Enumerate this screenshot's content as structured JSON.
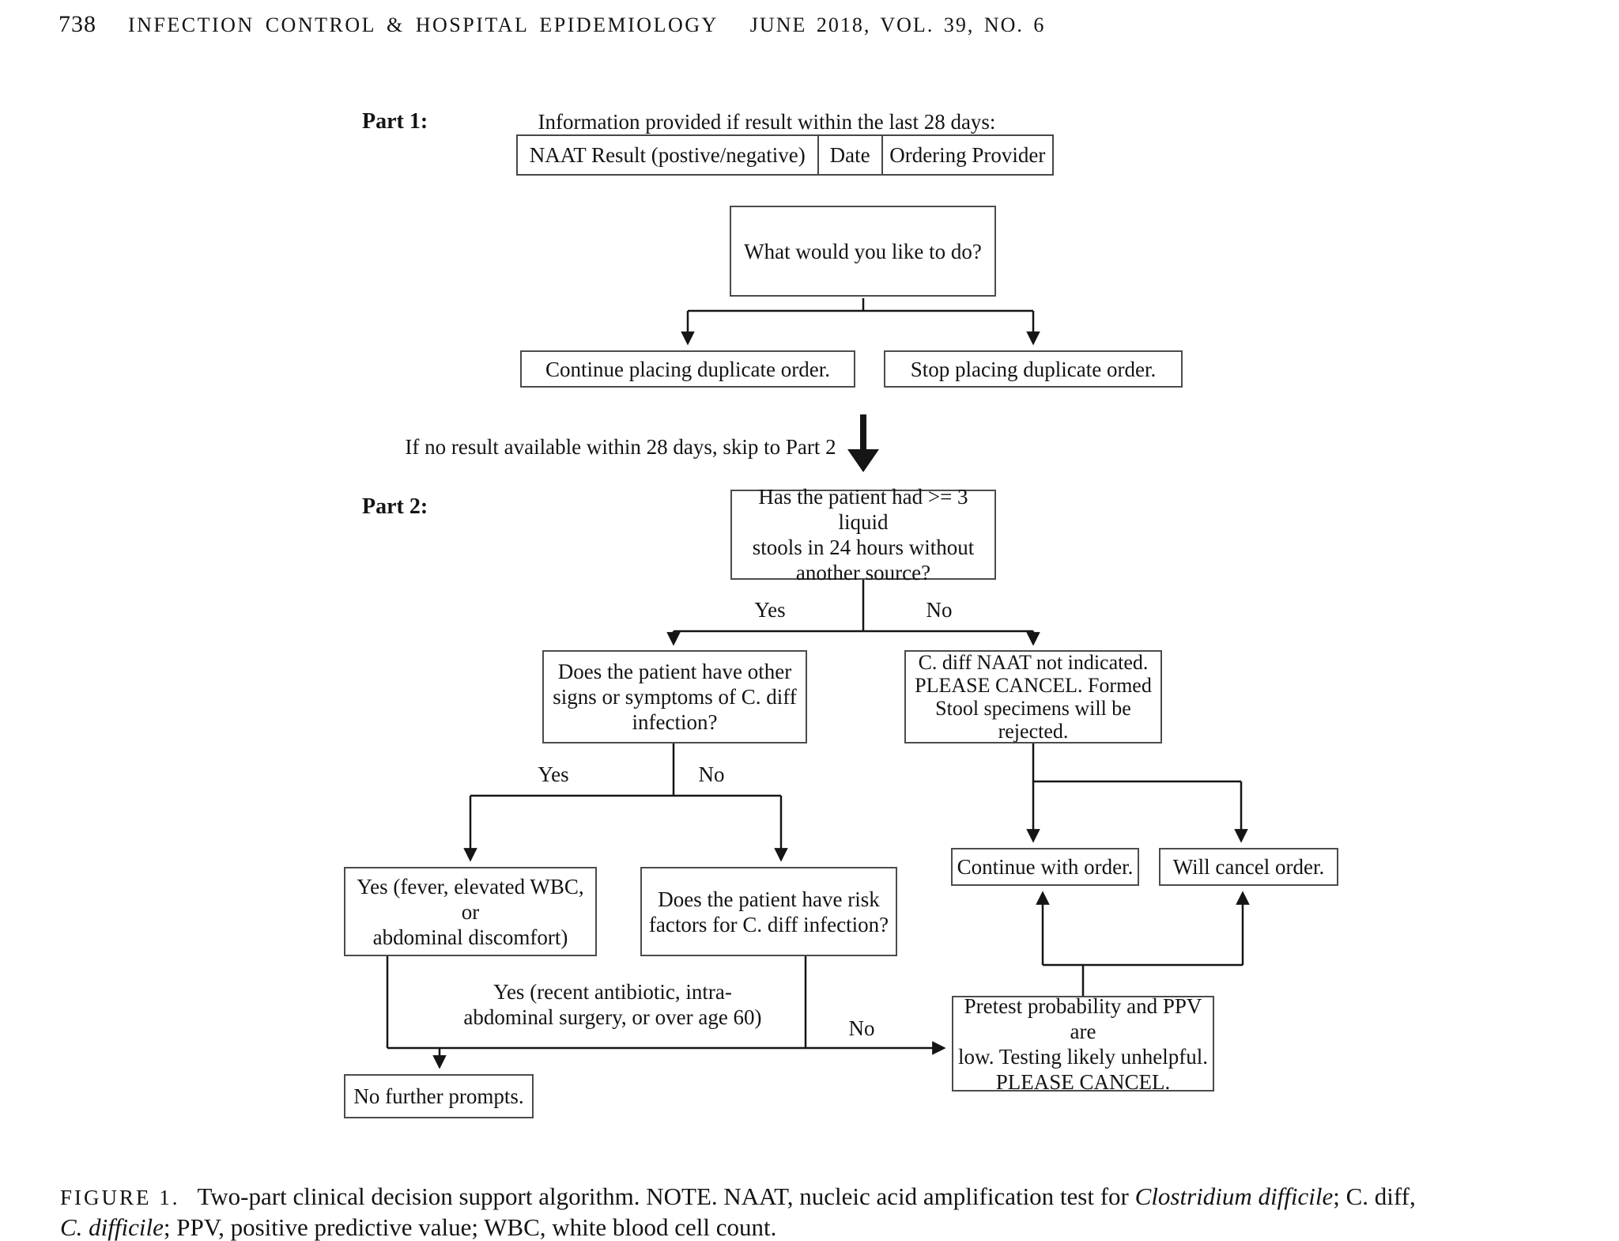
{
  "header": {
    "page_number": "738",
    "journal": "INFECTION CONTROL & HOSPITAL EPIDEMIOLOGY",
    "issue": "JUNE 2018, VOL. 39, NO. 6"
  },
  "part1": {
    "label": "Part 1:",
    "intro": "Information provided if result within the last 28 days:",
    "table_headers": [
      "NAAT Result (postive/negative)",
      "Date",
      "Ordering Provider"
    ],
    "question": "What would you like to do?",
    "continue_option": "Continue placing duplicate order.",
    "stop_option": "Stop placing duplicate order.",
    "skip_note": "If no result available within 28 days, skip to Part 2"
  },
  "part2": {
    "label": "Part 2:",
    "q_liquid_stools": "Has the patient had >= 3 liquid\nstools in 24 hours without\nanother source?",
    "q_signs": "Does the patient have other\nsigns or symptoms of C. diff\ninfection?",
    "not_indicated": "C. diff NAAT not indicated.\nPLEASE CANCEL. Formed\nStool specimens will be\nrejected.",
    "yes_fever": "Yes (fever, elevated WBC, or\nabdominal discomfort)",
    "q_risk": "Does the patient have risk\nfactors for C. diff infection?",
    "continue_order": "Continue with order.",
    "will_cancel": "Will cancel order.",
    "pretest": "Pretest probability and PPV are\nlow. Testing likely unhelpful.\nPLEASE CANCEL.",
    "no_further": "No further prompts.",
    "edges": {
      "level2_yes": "Yes",
      "level2_no": "No",
      "level3_yes": "Yes",
      "level3_no": "No",
      "level4_yes": "Yes (recent antibiotic, intra-\nabdominal surgery, or over age 60)",
      "level4_no": "No"
    }
  },
  "caption": {
    "figure_label": "FIGURE 1.",
    "text_1": "Two-part clinical decision support algorithm. NOTE. NAAT, nucleic acid amplification test for ",
    "italic_1": "Clostridium difficile",
    "text_2": "; C. diff,",
    "italic_2": "C. difficile",
    "text_3": "; PPV, positive predictive value; WBC, white blood cell count."
  }
}
